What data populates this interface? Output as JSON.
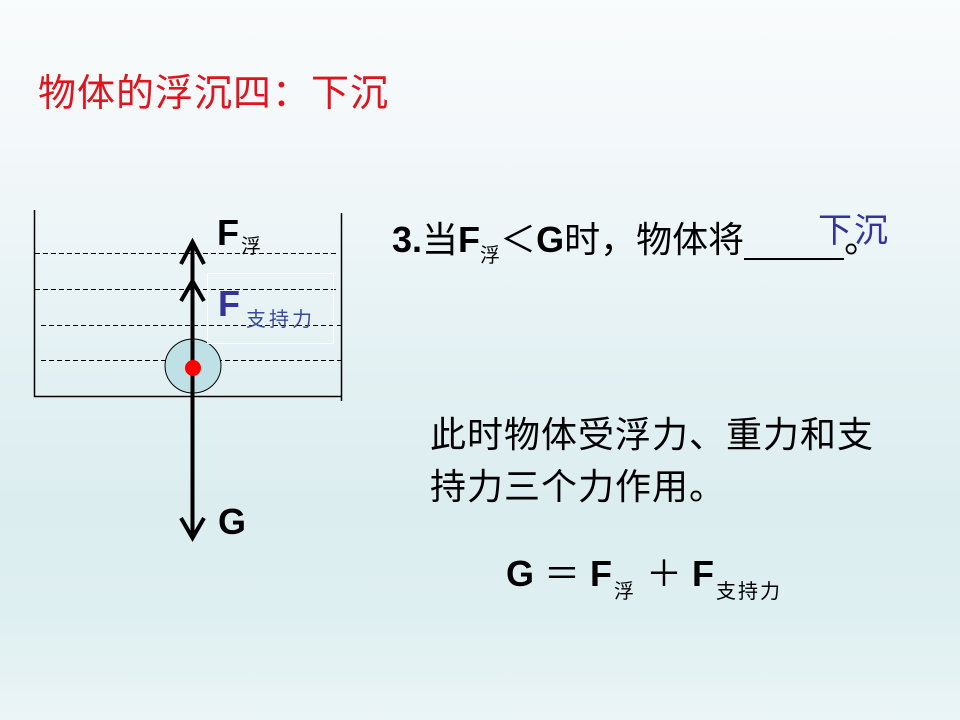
{
  "slide": {
    "title": "物体的浮沉四：下沉",
    "colors": {
      "title": "#e0141c",
      "answer": "#333399",
      "support_force": "#333399",
      "object_fill": "#bfe0e4",
      "center_dot": "#ff0000"
    }
  },
  "diagram": {
    "force_buoyancy": {
      "symbol": "F",
      "subscript": "浮"
    },
    "force_support": {
      "symbol": "F",
      "subscript": "支持力"
    },
    "force_gravity": {
      "symbol": "G"
    }
  },
  "statement": {
    "number": "3.",
    "when": "当",
    "F": "F",
    "F_sub": "浮",
    "lt": "＜",
    "G": "G",
    "then": "时，物体将",
    "answer": "下沉",
    "end": "。"
  },
  "description": "此时物体受浮力、重力和支持力三个力作用。",
  "formula": {
    "G": "G",
    "eq": "＝",
    "F1": "F",
    "F1_sub": "浮",
    "plus": "＋",
    "F2": "F",
    "F2_sub": "支持力"
  }
}
